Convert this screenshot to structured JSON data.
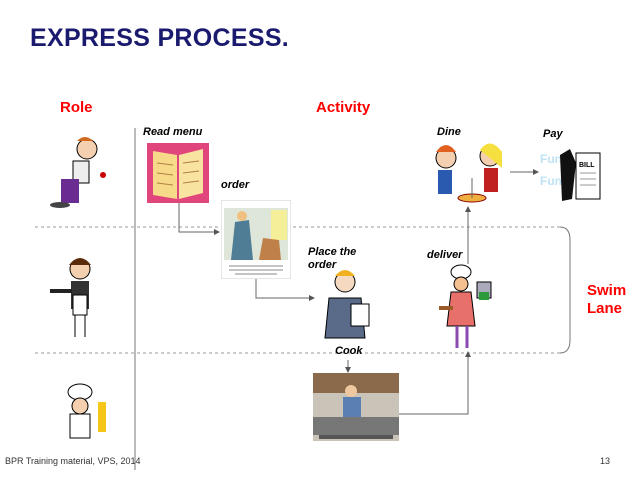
{
  "title": "EXPRESS PROCESS.",
  "headers": {
    "role": "Role",
    "activity": "Activity"
  },
  "swim_lane_label": "Swim Lane",
  "activities": {
    "read_menu": "Read menu",
    "order": "order",
    "place_order": "Place  the order",
    "cook": "Cook",
    "deliver": "deliver",
    "dine": "Dine",
    "pay": "Pay"
  },
  "roles": [
    "customer",
    "waitress",
    "chef"
  ],
  "footer": {
    "source": "BPR Training material, VPS, 2014",
    "page": "13"
  },
  "colors": {
    "title": "#1a1a6e",
    "accent": "#ff0000"
  }
}
